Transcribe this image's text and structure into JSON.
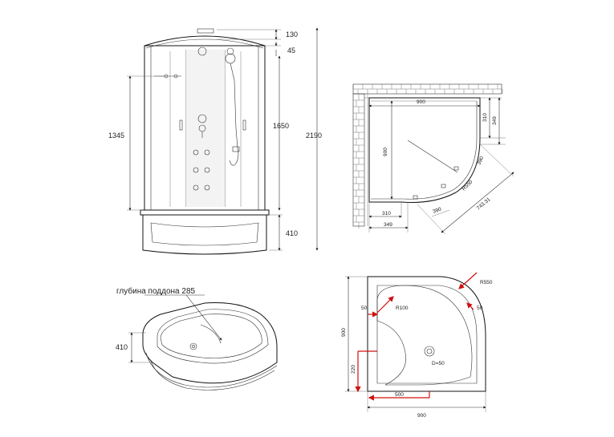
{
  "front_view": {
    "dim_top": "130",
    "dim_top2": "45",
    "dim_left": "1345",
    "dim_mid": "1650",
    "dim_total": "2190",
    "dim_base": "410"
  },
  "plan_view": {
    "dim_width": "900",
    "dim_depth": "900",
    "dim_side_a": "310",
    "dim_side_b": "349",
    "dim_bottom_a": "310",
    "dim_bottom_b": "349",
    "dim_door_a": "390",
    "dim_door_b": "390",
    "dim_radius": "R550",
    "dim_arc": "743.31"
  },
  "tray_3d": {
    "depth_label": "глубина поддона 285",
    "height_label": "410"
  },
  "tray_plan": {
    "radius_outer": "R550",
    "radius_inner": "R100",
    "drain": "D=50",
    "offset_left": "50",
    "offset_right": "50",
    "dim_height": "900",
    "dim_drain_y": "220",
    "dim_drain_x": "500",
    "dim_width": "900"
  },
  "colors": {
    "line": "#111111",
    "accent": "#d01010",
    "background": "#ffffff"
  }
}
